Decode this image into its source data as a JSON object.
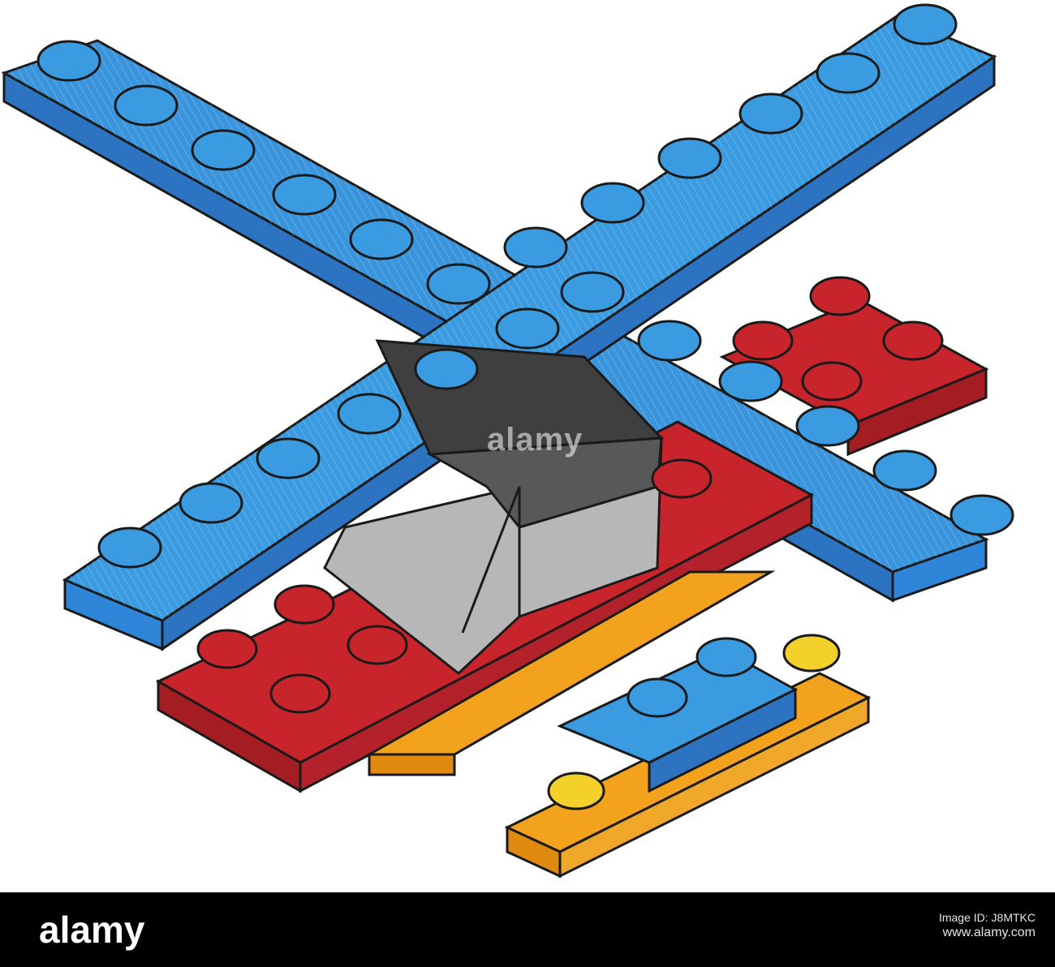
{
  "illustration": {
    "subject": "toy-brick-helicopter",
    "colors": {
      "rotor_blue": "#2f86d8",
      "stud_blue": "#3a9be0",
      "body_red": "#c8242b",
      "skid_orange": "#f2a21c",
      "stud_yellow": "#f4d02a",
      "cockpit_gray": "#b7b7b7",
      "cockpit_dark": "#3f3f3f",
      "outline": "#1a1a1a"
    }
  },
  "watermark": {
    "text": "alamy"
  },
  "footer": {
    "brand": "alamy",
    "id_label": "Image ID: J8MTKC",
    "url": "www.alamy.com"
  }
}
